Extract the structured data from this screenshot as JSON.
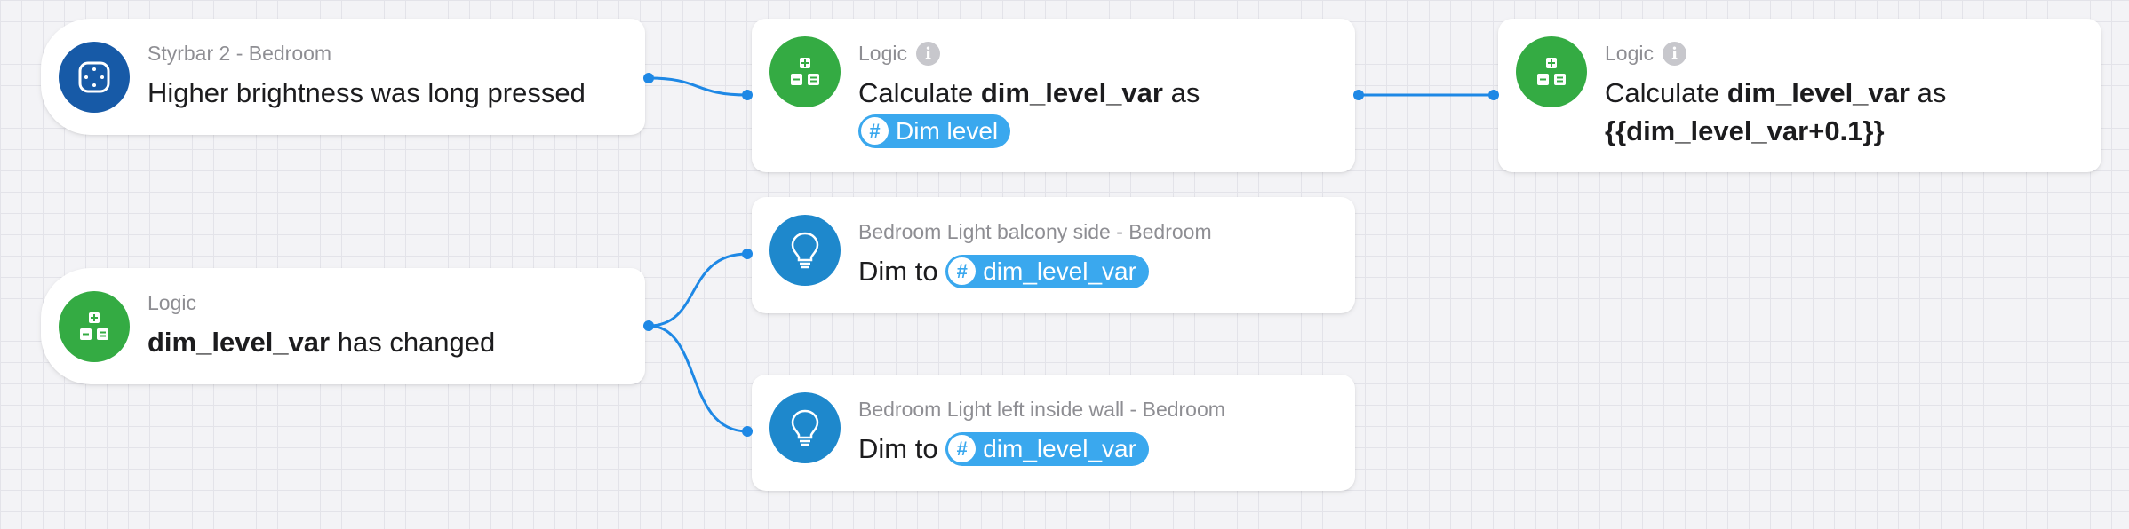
{
  "colors": {
    "wire": "#1e88e5",
    "logic": "#34ab43",
    "device": "#1e88cc",
    "remote": "#175aa7",
    "tag": "#3aa8ee"
  },
  "nodes": {
    "trigger": {
      "icon": "remote-control-icon",
      "title": "Styrbar 2 - Bedroom",
      "text": "Higher brightness was long pressed"
    },
    "calc1": {
      "icon": "calculator-icon",
      "title": "Logic",
      "info_icon": "info-icon",
      "text_prefix": "Calculate",
      "variable": "dim_level_var",
      "text_suffix": "as",
      "tag_icon": "hash-icon",
      "tag_label": "Dim level"
    },
    "calc2": {
      "icon": "calculator-icon",
      "title": "Logic",
      "info_icon": "info-icon",
      "text_prefix": "Calculate",
      "variable": "dim_level_var",
      "text_suffix": "as",
      "expression": "{{dim_level_var+0.1}}"
    },
    "changed": {
      "icon": "calculator-icon",
      "title": "Logic",
      "variable": "dim_level_var",
      "text_suffix": "has changed"
    },
    "light1": {
      "icon": "light-bulb-icon",
      "title": "Bedroom Light balcony side - Bedroom",
      "text_prefix": "Dim to",
      "tag_icon": "hash-icon",
      "tag_label": "dim_level_var"
    },
    "light2": {
      "icon": "light-bulb-icon",
      "title": "Bedroom Light left inside wall - Bedroom",
      "text_prefix": "Dim to",
      "tag_icon": "hash-icon",
      "tag_label": "dim_level_var"
    }
  }
}
